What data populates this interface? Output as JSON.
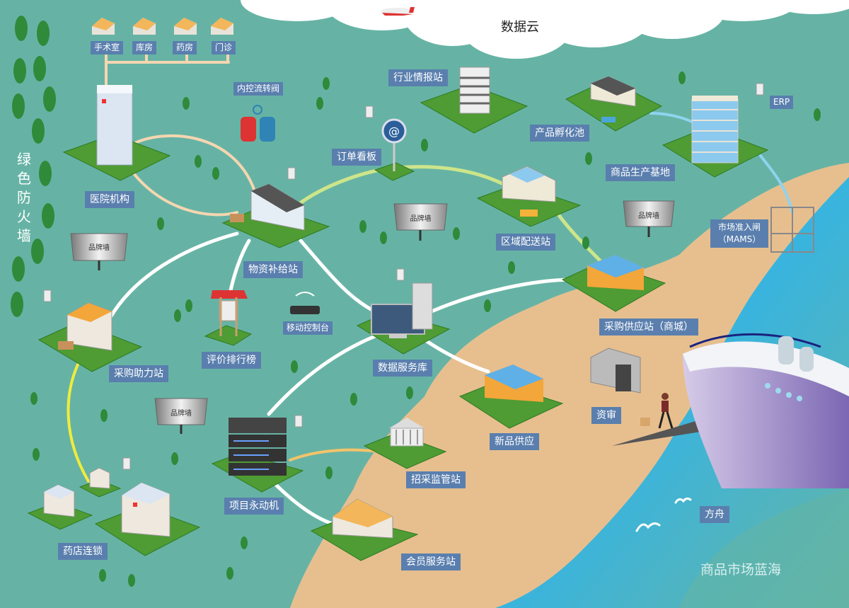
{
  "diagram": {
    "type": "illustrated-system-map",
    "cloud_title": "数据云",
    "firewall_label": "绿色防火墙",
    "sea_label": "商品市场蓝海",
    "colors": {
      "background": "#66b3a5",
      "label_bg": "#5a7fae",
      "label_text": "#ffffff",
      "path_peach": "#f5d6b0",
      "path_white": "#ffffff",
      "path_lime": "#cde58a",
      "path_yellow": "#f0ec3c",
      "path_orange": "#f3c36a",
      "path_blue": "#8fd3ee",
      "sand": "#e7bf8f",
      "sea": "#3db6e0",
      "grass": "#4f9b34"
    },
    "nodes": {
      "hospital_rooms": [
        {
          "id": "surgery",
          "label": "手术室"
        },
        {
          "id": "warehouse",
          "label": "库房"
        },
        {
          "id": "pharmacy",
          "label": "药房"
        },
        {
          "id": "clinic",
          "label": "门诊"
        }
      ],
      "hospital": {
        "label": "医院机构"
      },
      "control_valve": {
        "label": "内控流转阀"
      },
      "industry_intel": {
        "label": "行业情报站"
      },
      "order_board": {
        "label": "订单看板"
      },
      "incubator": {
        "label": "产品孵化池"
      },
      "erp": {
        "label": "ERP"
      },
      "production_base": {
        "label": "商品生产基地"
      },
      "supply_station": {
        "label": "物资补给站"
      },
      "regional_dispatch": {
        "label": "区域配送站"
      },
      "market_gate": {
        "label": "市场准入闸（MAMS）",
        "line1": "市场准入闸",
        "line2": "（MAMS）"
      },
      "purchase_supply": {
        "label": "采购供应站（商城）"
      },
      "data_service": {
        "label": "数据服务库"
      },
      "mobile_console": {
        "label": "移动控制台"
      },
      "rating_board": {
        "label": "评价排行榜"
      },
      "purchase_assist": {
        "label": "采购助力站"
      },
      "new_product": {
        "label": "新品供应"
      },
      "qualification": {
        "label": "资审"
      },
      "project_engine": {
        "label": "项目永动机"
      },
      "tender_supervision": {
        "label": "招采监管站"
      },
      "pharmacy_chain": {
        "label": "药店连锁"
      },
      "member_service": {
        "label": "会员服务站"
      },
      "ark": {
        "label": "方舟"
      }
    },
    "billboards": [
      {
        "id": "brand-wall-1",
        "label": "品牌墙"
      },
      {
        "id": "brand-wall-2",
        "label": "品牌墙"
      },
      {
        "id": "brand-wall-3",
        "label": "品牌墙"
      },
      {
        "id": "brand-wall-4",
        "label": "品牌墙"
      }
    ],
    "connections": [
      {
        "from": "hospital_rooms",
        "to": "hospital",
        "style": "peach"
      },
      {
        "from": "hospital",
        "to": "supply_station",
        "style": "peach"
      },
      {
        "from": "supply_station",
        "to": "order_board",
        "style": "lime"
      },
      {
        "from": "order_board",
        "to": "regional_dispatch",
        "style": "lime"
      },
      {
        "from": "regional_dispatch",
        "to": "purchase_supply",
        "style": "lime"
      },
      {
        "from": "incubator",
        "to": "production_base",
        "style": "blue"
      },
      {
        "from": "production_base",
        "to": "market_gate",
        "style": "blue"
      },
      {
        "from": "supply_station",
        "to": "purchase_assist",
        "style": "white"
      },
      {
        "from": "supply_station",
        "to": "rating_board",
        "style": "white"
      },
      {
        "from": "supply_station",
        "to": "data_service",
        "style": "white"
      },
      {
        "from": "data_service",
        "to": "purchase_supply",
        "style": "white"
      },
      {
        "from": "data_service",
        "to": "new_product",
        "style": "white"
      },
      {
        "from": "data_service",
        "to": "project_engine",
        "style": "white"
      },
      {
        "from": "project_engine",
        "to": "member_service",
        "style": "white"
      },
      {
        "from": "project_engine",
        "to": "tender_supervision",
        "style": "orange"
      },
      {
        "from": "purchase_assist",
        "to": "pharmacy_chain",
        "style": "yellow"
      }
    ]
  }
}
